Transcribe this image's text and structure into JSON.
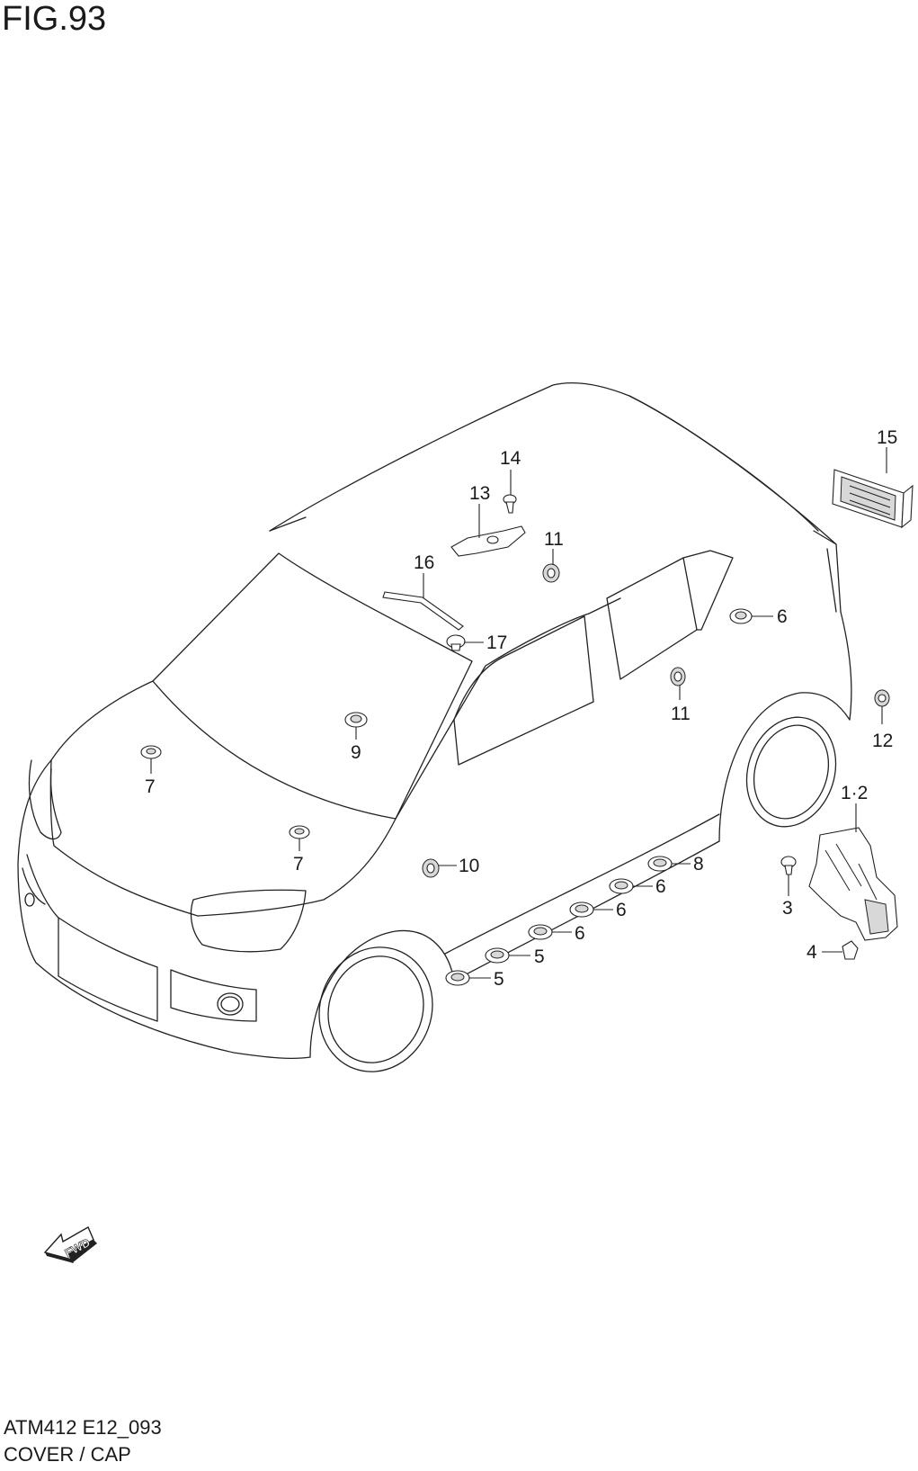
{
  "figure": {
    "title": "FIG.93",
    "code": "ATM412 E12_093",
    "description": "COVER / CAP",
    "fwd_label": "FWD"
  },
  "callouts": [
    {
      "id": "c15",
      "label": "15"
    },
    {
      "id": "c14",
      "label": "14"
    },
    {
      "id": "c13",
      "label": "13"
    },
    {
      "id": "c11a",
      "label": "11"
    },
    {
      "id": "c16",
      "label": "16"
    },
    {
      "id": "c6a",
      "label": "6"
    },
    {
      "id": "c17",
      "label": "17"
    },
    {
      "id": "c11b",
      "label": "11"
    },
    {
      "id": "c12",
      "label": "12"
    },
    {
      "id": "c9",
      "label": "9"
    },
    {
      "id": "c7a",
      "label": "7"
    },
    {
      "id": "c12b",
      "label": "1·2"
    },
    {
      "id": "c7b",
      "label": "7"
    },
    {
      "id": "c10",
      "label": "10"
    },
    {
      "id": "c8",
      "label": "8"
    },
    {
      "id": "c6b",
      "label": "6"
    },
    {
      "id": "c3",
      "label": "3"
    },
    {
      "id": "c6c",
      "label": "6"
    },
    {
      "id": "c6d",
      "label": "6"
    },
    {
      "id": "c4",
      "label": "4"
    },
    {
      "id": "c5a",
      "label": "5"
    },
    {
      "id": "c5b",
      "label": "5"
    }
  ]
}
